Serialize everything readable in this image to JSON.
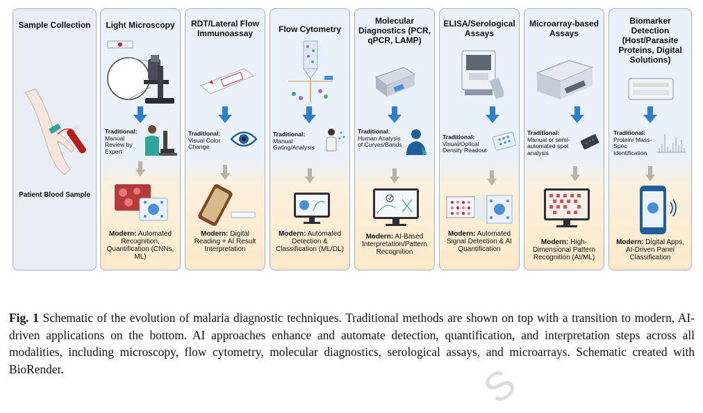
{
  "panels": [
    {
      "title": "Sample Collection",
      "patient_label": "Patient Blood Sample"
    },
    {
      "title": "Light Microscopy",
      "trad_label": "Traditional:",
      "trad_text": "Manual Review by Expert",
      "modern_label": "Modern:",
      "modern_text": " Automated Recognition, Quantification (CNNs, ML)",
      "icon": "microscope-icon"
    },
    {
      "title": "RDT/Lateral Flow Immunoassay",
      "trad_label": "Traditional:",
      "trad_text": "Visual Color Change",
      "modern_label": "Modern:",
      "modern_text": " Digital Reading + AI Result Interpretation",
      "icon": "test-strip-icon"
    },
    {
      "title": "Flow Cytometry",
      "trad_label": "Traditional:",
      "trad_text": "Manual Gating/Analysis",
      "modern_label": "Modern:",
      "modern_text": " Automated Detection & Classification (ML/DL)",
      "icon": "flow-cytometer-icon"
    },
    {
      "title": "Molecular Diagnostics (PCR, qPCR, LAMP)",
      "trad_label": "Traditional:",
      "trad_text": "Human Analysis of Curves/Bands",
      "modern_label": "Modern:",
      "modern_text": " AI-Based Interpretation/Pattern Recognition",
      "icon": "pcr-machine-icon"
    },
    {
      "title": "ELISA/Serological Assays",
      "trad_label": "Traditional:",
      "trad_text": "Visual/Optical Density Readout",
      "modern_label": "Modern:",
      "modern_text": " Automated Signal Detection & AI Quantification",
      "icon": "elisa-reader-icon"
    },
    {
      "title": "Microarray-based Assays",
      "trad_label": "Traditional:",
      "trad_text": "Manual or semi-automated spot analysis",
      "modern_label": "Modern:",
      "modern_text": " High-Dimensional Pattern Recognition (AI/ML)",
      "icon": "microarray-scanner-icon"
    },
    {
      "title": "Biomarker Detection (Host/Parasite Proteins, Digital Solutions)",
      "trad_label": "Traditional:",
      "trad_text": "Protein/ Mass-Spec Identification",
      "modern_label": "Modern:",
      "modern_text": " Digital Apps, AI-Driven Panel Classification",
      "icon": "biomarker-device-icon"
    }
  ],
  "caption": {
    "label": "Fig. 1",
    "text": "  Schematic of the evolution of malaria diagnostic techniques. Traditional methods are shown on top with a transition to modern, AI-driven applications on the bottom. AI approaches enhance and automate detection, quantification, and interpretation steps across all modalities, including microscopy, flow cytometry, molecular diagnostics, serological assays, and microarrays. Schematic created with BioRender."
  },
  "colors": {
    "arrow_blue": "#2f7fd0",
    "arrow_gray": "#b9b2a6",
    "panel_border": "#9fb4c8",
    "ai_blue": "#4a90d9"
  }
}
